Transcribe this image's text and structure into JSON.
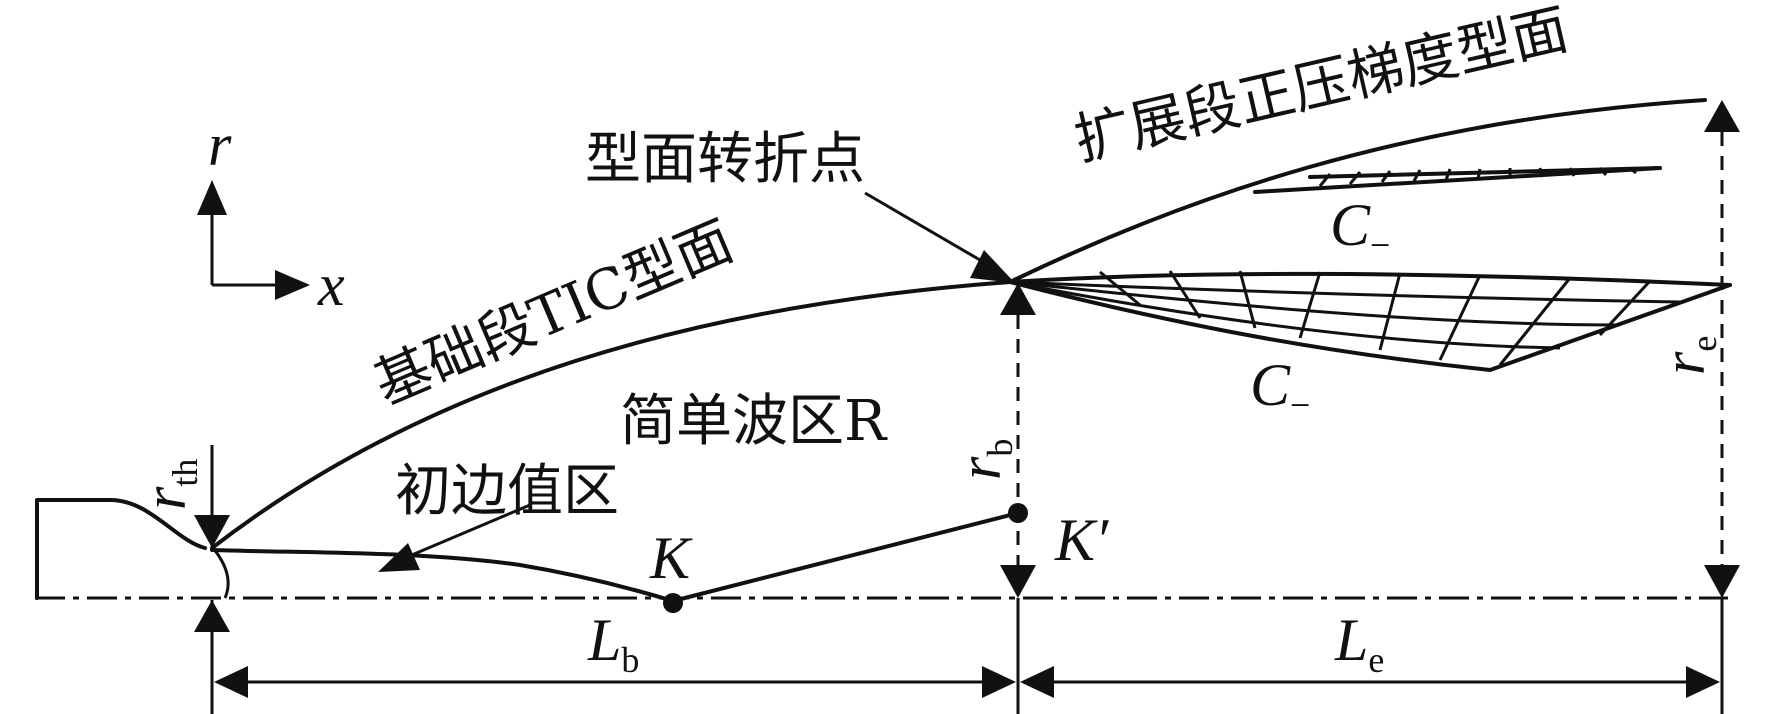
{
  "axes": {
    "r": "r",
    "x": "x"
  },
  "labels": {
    "turning_point": "型面转折点",
    "extension_contour": "扩展段正压梯度型面",
    "base_contour": "基础段TIC型面",
    "simple_wave_region": "简单波区R",
    "initial_value_region": "初边值区",
    "c_minus_upper": {
      "main": "C",
      "sub": "−"
    },
    "c_minus_lower": {
      "main": "C",
      "sub": "−"
    },
    "point_k": "K",
    "point_k_prime": "K′"
  },
  "dimensions": {
    "r_th": {
      "main": "r",
      "sub": "th"
    },
    "r_b": {
      "main": "r",
      "sub": "b"
    },
    "r_e": {
      "main": "r",
      "sub": "e"
    },
    "L_b": {
      "main": "L",
      "sub": "b"
    },
    "L_e": {
      "main": "L",
      "sub": "e"
    }
  },
  "colors": {
    "ink": "#111111",
    "background": "#ffffff"
  }
}
